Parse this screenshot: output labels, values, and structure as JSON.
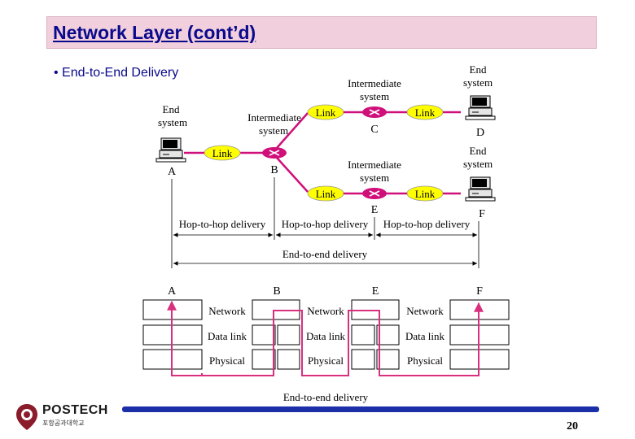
{
  "slide": {
    "title": "Network Layer (cont’d)",
    "bullet": "• End-to-End Delivery",
    "page_number": "20"
  },
  "diagram": {
    "end_system_label": "End system",
    "intermediate_system_label": "Intermediate system",
    "link_label": "Link",
    "nodes": {
      "A": "A",
      "B": "B",
      "C": "C",
      "D": "D",
      "E": "E",
      "F": "F"
    },
    "hop_label": "Hop-to-hop delivery",
    "end_to_end_label": "End-to-end delivery",
    "layers": {
      "network": "Network",
      "data_link": "Data link",
      "physical": "Physical"
    },
    "colors": {
      "link": "#ffff00",
      "router": "#d0107a",
      "path": "#d8307f",
      "host_screen": "#000000"
    }
  },
  "footer": {
    "logo_text": "POSTECH",
    "logo_subtext": "포항공과대학교"
  }
}
